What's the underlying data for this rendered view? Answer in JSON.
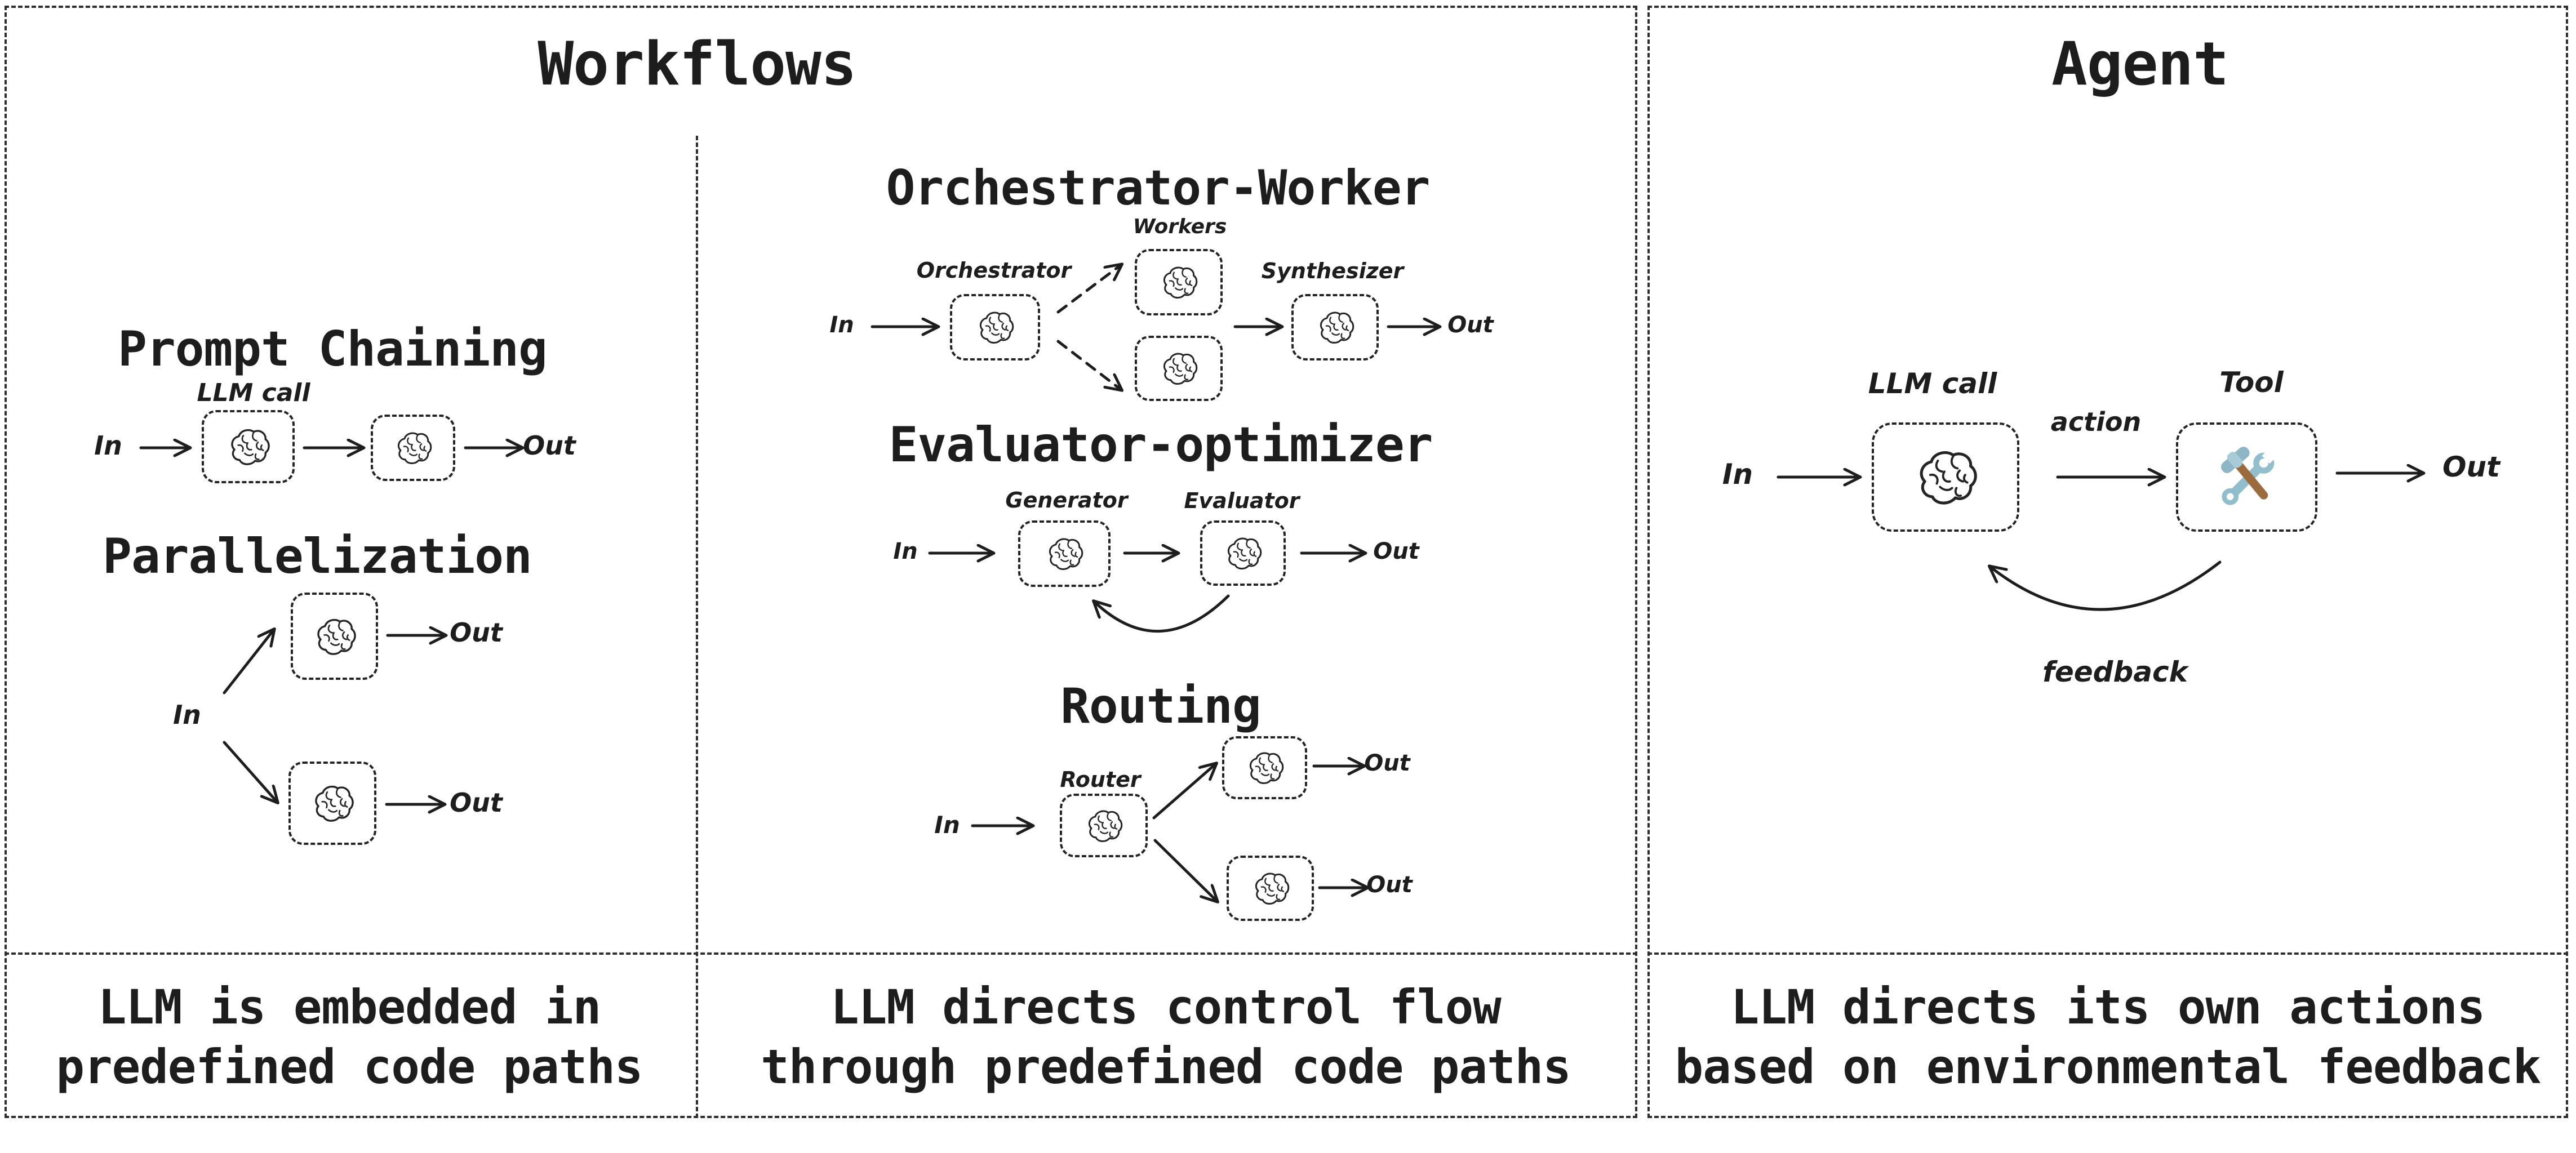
{
  "workflows": {
    "title": "Workflows",
    "prompt_chaining": {
      "title": "Prompt Chaining",
      "llm_call_label": "LLM call",
      "in_label": "In",
      "out_label": "Out"
    },
    "parallelization": {
      "title": "Parallelization",
      "in_label": "In",
      "out_top_label": "Out",
      "out_bottom_label": "Out"
    },
    "orchestrator_worker": {
      "title": "Orchestrator-Worker",
      "workers_label": "Workers",
      "orchestrator_label": "Orchestrator",
      "synthesizer_label": "Synthesizer",
      "in_label": "In",
      "out_label": "Out"
    },
    "evaluator_optimizer": {
      "title": "Evaluator-optimizer",
      "generator_label": "Generator",
      "evaluator_label": "Evaluator",
      "in_label": "In",
      "out_label": "Out"
    },
    "routing": {
      "title": "Routing",
      "router_label": "Router",
      "in_label": "In",
      "out_top_label": "Out",
      "out_bottom_label": "Out"
    }
  },
  "agent": {
    "title": "Agent",
    "llm_call_label": "LLM call",
    "tool_label": "Tool",
    "action_label": "action",
    "feedback_label": "feedback",
    "in_label": "In",
    "out_label": "Out"
  },
  "captions": {
    "embedded": [
      "LLM is embedded in",
      "predefined code paths"
    ],
    "control_flow": [
      "LLM directs control flow",
      "through predefined code paths"
    ],
    "agent": [
      "LLM directs its own actions",
      "based on environmental feedback"
    ]
  },
  "icons": {
    "model": "brain-icon",
    "tool": "hammer-wrench-icon"
  },
  "colors": {
    "ink": "#1d1d1d",
    "border": "#2e2e2e",
    "background": "#ffffff",
    "wrench_blue": "#92bdcd",
    "wrench_light": "#b9d6e0",
    "hammer_handle_brown": "#9c6b3d",
    "hammer_head_blue": "#8fb6c6"
  }
}
